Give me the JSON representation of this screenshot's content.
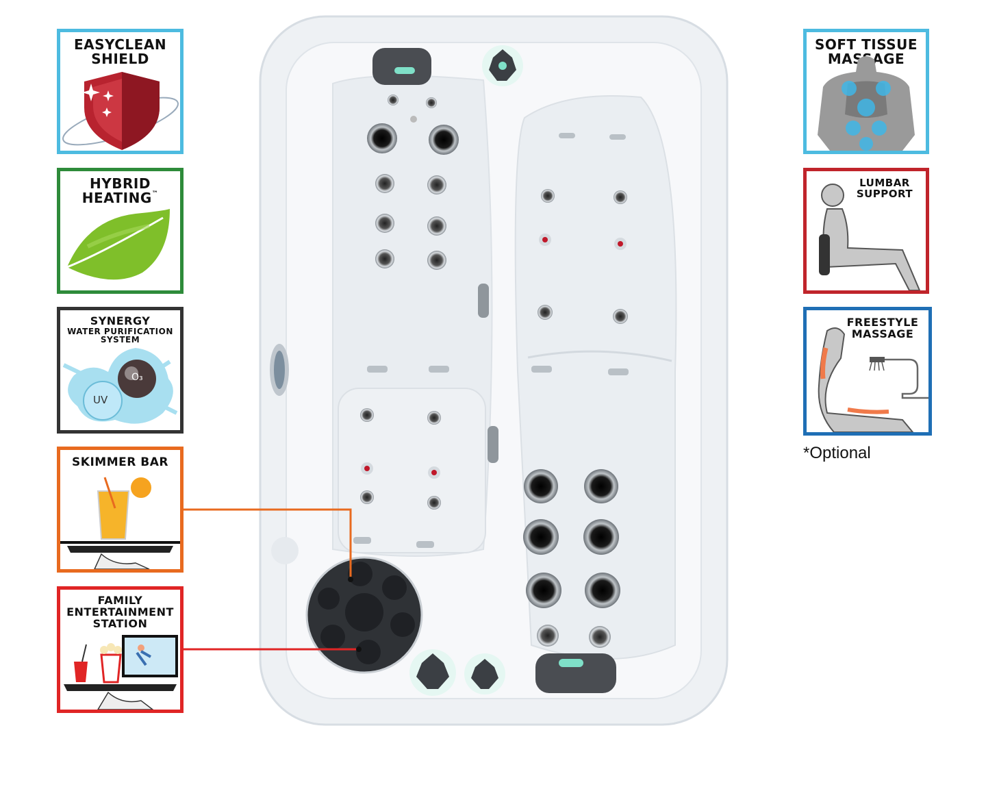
{
  "badges": {
    "easyclean": {
      "line1": "EASYCLEAN",
      "line2": "SHIELD",
      "color": "#4dbbe0",
      "icon": "shield-icon"
    },
    "hybrid": {
      "line1": "HYBRID",
      "line2": "HEATING",
      "tm": "™",
      "color": "#2e8b3a",
      "icon": "leaf-icon"
    },
    "synergy": {
      "line1": "SYNERGY",
      "line2": "WATER PURIFICATION",
      "line3": "SYSTEM",
      "o3": "O₃",
      "uv": "UV",
      "color": "#333333",
      "icon": "water-splash-icon"
    },
    "skimmer": {
      "line1": "SKIMMER BAR",
      "color": "#e86a1f",
      "icon": "drink-tray-icon"
    },
    "family": {
      "line1": "FAMILY",
      "line2": "ENTERTAINMENT",
      "line3": "STATION",
      "color": "#e02525",
      "icon": "tv-popcorn-tray-icon"
    },
    "softtissue": {
      "line1": "SOFT TISSUE",
      "line2": "MASSAGE",
      "color": "#4dbbe0",
      "icon": "back-muscles-icon"
    },
    "lumbar": {
      "line1": "LUMBAR",
      "line2": "SUPPORT",
      "color": "#c0242b",
      "icon": "seated-person-icon"
    },
    "freestyle": {
      "line1": "FREESTYLE",
      "line2": "MASSAGE",
      "color": "#1f6fb5",
      "icon": "handheld-shower-icon"
    }
  },
  "optional_note": "*Optional",
  "colors": {
    "skimmer_line": "#e86a1f",
    "family_line": "#e02525",
    "tub_shell": "#f2f4f6",
    "jet_dark": "#1a1a1a"
  }
}
